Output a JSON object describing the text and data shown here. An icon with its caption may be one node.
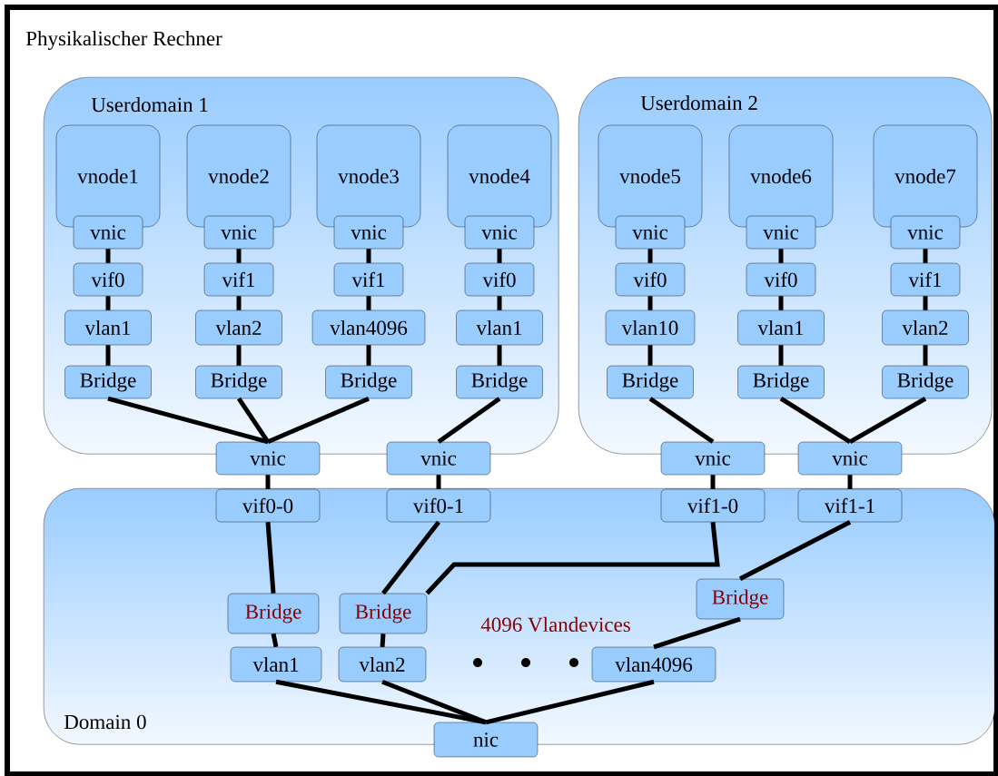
{
  "diagram": {
    "nodes": [
      {
        "text": [
          "Physikalischer Rechner"
        ]
      },
      {
        "text": [
          "Userdomain 1"
        ],
        "in": 0
      },
      {
        "text": [
          "vnode1"
        ],
        "in": 1
      },
      {
        "text": [
          "vnic"
        ],
        "in": 1
      },
      {
        "text": [
          "vif0"
        ],
        "in": 1
      },
      {
        "text": [
          "vlan1"
        ],
        "in": 1
      },
      {
        "text": [
          "Bridge"
        ],
        "in": 1
      },
      {
        "text": [
          "vnode2"
        ],
        "in": 1
      },
      {
        "text": [
          "vnic"
        ],
        "in": 1
      },
      {
        "text": [
          "vif1"
        ],
        "in": 1
      },
      {
        "text": [
          "vlan2"
        ],
        "in": 1
      },
      {
        "text": [
          "Bridge"
        ],
        "in": 1
      },
      {
        "text": [
          "vnode3"
        ],
        "in": 1
      },
      {
        "text": [
          "vnic"
        ],
        "in": 1
      },
      {
        "text": [
          "vif1"
        ],
        "in": 1
      },
      {
        "text": [
          "vlan4096"
        ],
        "in": 1
      },
      {
        "text": [
          "Bridge"
        ],
        "in": 1
      },
      {
        "text": [
          "vnode4"
        ],
        "in": 1
      },
      {
        "text": [
          "vnic"
        ],
        "in": 1
      },
      {
        "text": [
          "vif0"
        ],
        "in": 1
      },
      {
        "text": [
          "vlan1"
        ],
        "in": 1
      },
      {
        "text": [
          "Bridge"
        ],
        "in": 1
      },
      {
        "text": [
          "Userdomain 2"
        ],
        "in": 0
      },
      {
        "text": [
          "vnode5"
        ],
        "in": 22
      },
      {
        "text": [
          "vnic"
        ],
        "in": 22
      },
      {
        "text": [
          "vif0"
        ],
        "in": 22
      },
      {
        "text": [
          "vlan10"
        ],
        "in": 22
      },
      {
        "text": [
          "Bridge"
        ],
        "in": 22
      },
      {
        "text": [
          "vnode6"
        ],
        "in": 22
      },
      {
        "text": [
          "vnic"
        ],
        "in": 22
      },
      {
        "text": [
          "vif0"
        ],
        "in": 22
      },
      {
        "text": [
          "vlan1"
        ],
        "in": 22
      },
      {
        "text": [
          "Bridge"
        ],
        "in": 22
      },
      {
        "text": [
          "vnode7"
        ],
        "in": 22
      },
      {
        "text": [
          "vnic"
        ],
        "in": 22
      },
      {
        "text": [
          "vif1"
        ],
        "in": 22
      },
      {
        "text": [
          "vlan2"
        ],
        "in": 22
      },
      {
        "text": [
          "Bridge"
        ],
        "in": 22
      },
      {
        "text": [
          "vnic"
        ],
        "in": 0
      },
      {
        "text": [
          "vnic"
        ],
        "in": 0
      },
      {
        "text": [
          "vnic"
        ],
        "in": 0
      },
      {
        "text": [
          "vnic"
        ],
        "in": 0
      },
      {
        "text": [
          "Domain 0"
        ],
        "in": 0
      },
      {
        "text": [
          "vif0-0"
        ],
        "in": 42
      },
      {
        "text": [
          "vif0-1"
        ],
        "in": 42
      },
      {
        "text": [
          "vif1-0"
        ],
        "in": 42
      },
      {
        "text": [
          "vif1-1"
        ],
        "in": 42
      },
      {
        "text": [
          "Bridge"
        ],
        "in": 42
      },
      {
        "text": [
          "Bridge"
        ],
        "in": 42
      },
      {
        "text": [
          "Bridge"
        ],
        "in": 42
      },
      {
        "text": [
          "vlan1"
        ],
        "in": 42
      },
      {
        "text": [
          "vlan2"
        ],
        "in": 42
      },
      {
        "text": [
          "vlan4096"
        ],
        "in": 42
      },
      {
        "text": [
          "nic"
        ],
        "in": 0
      }
    ],
    "edges": [
      {
        "from": 3,
        "to": 4,
        "arrow": "none"
      },
      {
        "from": 4,
        "to": 5,
        "arrow": "none"
      },
      {
        "from": 5,
        "to": 6,
        "arrow": "none"
      },
      {
        "from": 8,
        "to": 9,
        "arrow": "none"
      },
      {
        "from": 9,
        "to": 10,
        "arrow": "none"
      },
      {
        "from": 10,
        "to": 11,
        "arrow": "none"
      },
      {
        "from": 13,
        "to": 14,
        "arrow": "none"
      },
      {
        "from": 14,
        "to": 15,
        "arrow": "none"
      },
      {
        "from": 15,
        "to": 16,
        "arrow": "none"
      },
      {
        "from": 18,
        "to": 19,
        "arrow": "none"
      },
      {
        "from": 19,
        "to": 20,
        "arrow": "none"
      },
      {
        "from": 20,
        "to": 21,
        "arrow": "none"
      },
      {
        "from": 24,
        "to": 25,
        "arrow": "none"
      },
      {
        "from": 25,
        "to": 26,
        "arrow": "none"
      },
      {
        "from": 26,
        "to": 27,
        "arrow": "none"
      },
      {
        "from": 29,
        "to": 30,
        "arrow": "none"
      },
      {
        "from": 30,
        "to": 31,
        "arrow": "none"
      },
      {
        "from": 31,
        "to": 32,
        "arrow": "none"
      },
      {
        "from": 34,
        "to": 35,
        "arrow": "none"
      },
      {
        "from": 35,
        "to": 36,
        "arrow": "none"
      },
      {
        "from": 36,
        "to": 37,
        "arrow": "none"
      },
      {
        "from": 6,
        "to": 38,
        "arrow": "none"
      },
      {
        "from": 11,
        "to": 38,
        "arrow": "none"
      },
      {
        "from": 16,
        "to": 38,
        "arrow": "none"
      },
      {
        "from": 21,
        "to": 39,
        "arrow": "none"
      },
      {
        "from": 27,
        "to": 40,
        "arrow": "none"
      },
      {
        "from": 32,
        "to": 41,
        "arrow": "none"
      },
      {
        "from": 37,
        "to": 41,
        "arrow": "none"
      },
      {
        "from": 38,
        "to": 43,
        "arrow": "none"
      },
      {
        "from": 39,
        "to": 44,
        "arrow": "none"
      },
      {
        "from": 40,
        "to": 45,
        "arrow": "none"
      },
      {
        "from": 41,
        "to": 46,
        "arrow": "none"
      },
      {
        "from": 43,
        "to": 47,
        "arrow": "none"
      },
      {
        "from": 44,
        "to": 48,
        "arrow": "none"
      },
      {
        "from": 45,
        "to": 48,
        "arrow": "none"
      },
      {
        "from": 46,
        "to": 49,
        "arrow": "none"
      },
      {
        "from": 47,
        "to": 50,
        "arrow": "none"
      },
      {
        "from": 48,
        "to": 51,
        "arrow": "none"
      },
      {
        "from": 49,
        "to": 52,
        "arrow": "none"
      },
      {
        "from": 50,
        "to": 53,
        "arrow": "none"
      },
      {
        "from": 51,
        "to": 53,
        "arrow": "none"
      },
      {
        "from": 52,
        "to": 53,
        "arrow": "none"
      }
    ],
    "labels": [
      "4096 Vlandevices"
    ]
  }
}
